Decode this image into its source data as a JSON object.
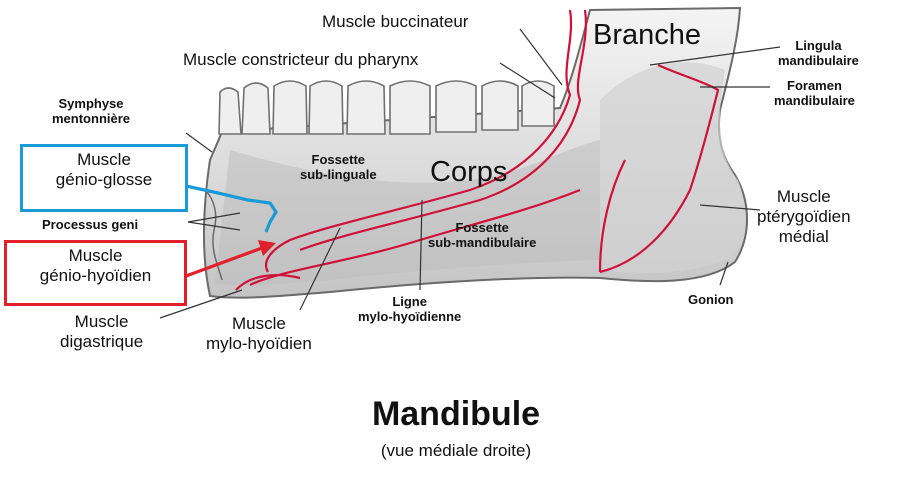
{
  "title": "Mandibule",
  "subtitle": "(vue médiale droite)",
  "regions": {
    "branche": "Branche",
    "corps": "Corps"
  },
  "labels": {
    "buccinateur": "Muscle buccinateur",
    "constricteur": "Muscle constricteur du pharynx",
    "symphyse_1": "Symphyse",
    "symphyse_2": "mentonnière",
    "lingula_1": "Lingula",
    "lingula_2": "mandibulaire",
    "foramen_1": "Foramen",
    "foramen_2": "mandibulaire",
    "fossette_sub_lingual_1": "Fossette",
    "fossette_sub_lingual_2": "sub-linguale",
    "fossette_sub_mand_1": "Fossette",
    "fossette_sub_mand_2": "sub-mandibulaire",
    "processus_geni": "Processus geni",
    "pterygoidien_1": "Muscle",
    "pterygoidien_2": "ptérygoïdien",
    "pterygoidien_3": "médial",
    "gonion": "Gonion",
    "ligne_1": "Ligne",
    "ligne_2": "mylo-hyoïdienne",
    "mylo_1": "Muscle",
    "mylo_2": "mylo-hyoïdien",
    "digastrique_1": "Muscle",
    "digastrique_2": "digastrique"
  },
  "highlighted": {
    "genio_glosse_1": "Muscle",
    "genio_glosse_2": "génio-glosse",
    "genio_hyoidien_1": "Muscle",
    "genio_hyoidien_2": "génio-hyoïdien"
  },
  "colors": {
    "genio_glosse_box": "#1a9ad6",
    "genio_hyoidien_box": "#e0202a",
    "insertion_lines": "#d0103a",
    "bone": "#e6e6e6",
    "bone_shadow": "#8f8f8f"
  }
}
